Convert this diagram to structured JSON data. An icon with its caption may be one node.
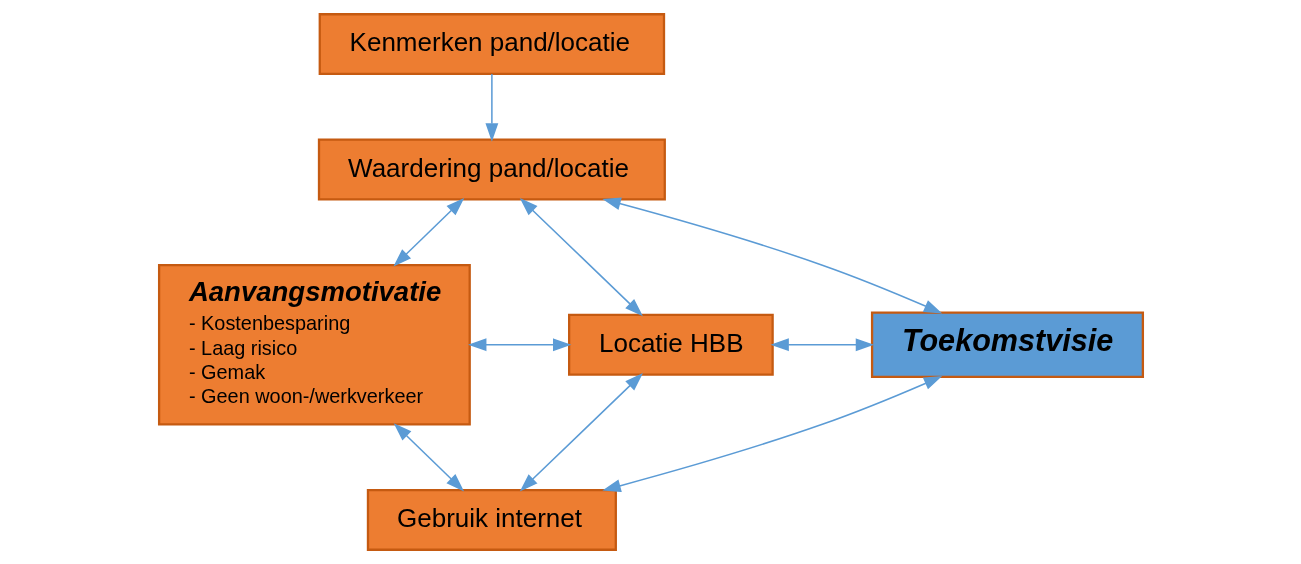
{
  "diagram": {
    "nodes": [
      {
        "text": [
          "Kenmerken pand/locatie"
        ]
      },
      {
        "text": [
          "Aanvangsmotivatie",
          "- Kostenbesparing",
          "- Laag risico",
          "- Gemak",
          "- Geen woon-/werkverkeer"
        ]
      },
      {
        "text": [
          "Waardering pand/locatie"
        ]
      },
      {
        "text": [
          "Toekomstvisie"
        ]
      },
      {
        "text": [
          "Locatie HBB"
        ]
      },
      {
        "text": [
          "Gebruik internet"
        ]
      }
    ],
    "edges": [
      {
        "from": 0,
        "to": 2,
        "arrow": "to"
      },
      {
        "from": 1,
        "to": 2,
        "arrow": "both"
      },
      {
        "from": 2,
        "to": 4,
        "arrow": "both"
      },
      {
        "from": 1,
        "to": 4,
        "arrow": "both"
      },
      {
        "from": 3,
        "to": 2,
        "arrow": "both"
      },
      {
        "from": 3,
        "to": 4,
        "arrow": "both"
      },
      {
        "from": 4,
        "to": 5,
        "arrow": "both"
      },
      {
        "from": 1,
        "to": 5,
        "arrow": "both"
      },
      {
        "from": 3,
        "to": 5,
        "arrow": "both"
      }
    ]
  }
}
